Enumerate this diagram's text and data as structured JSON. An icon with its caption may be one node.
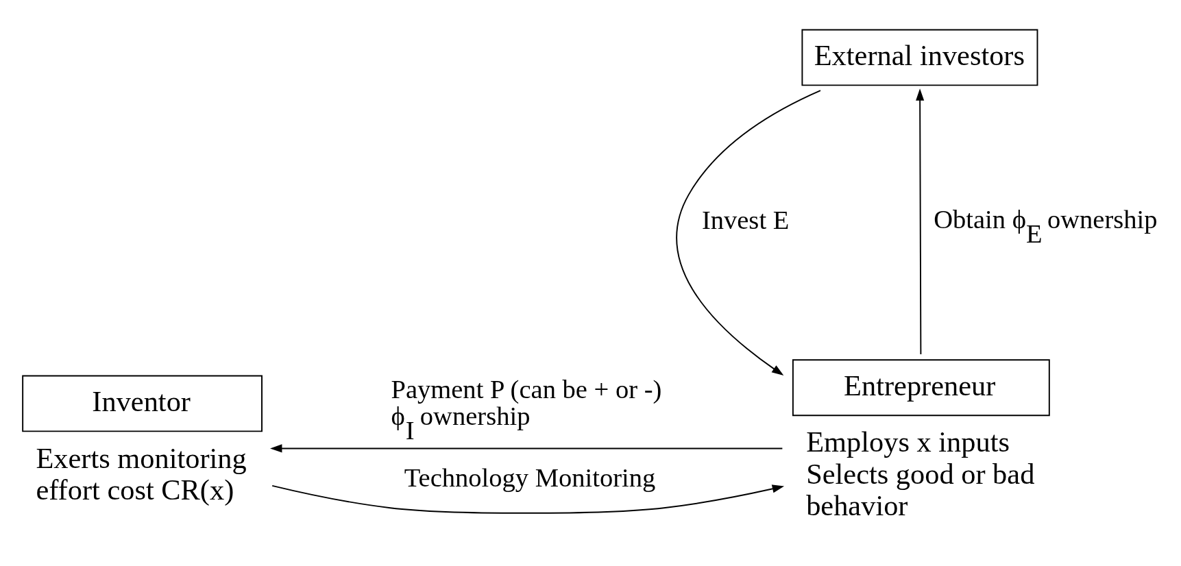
{
  "diagram": {
    "nodes": [
      {
        "text": [
          "External investors"
        ]
      },
      {
        "text": [
          "Inventor"
        ],
        "beside": [
          "Exerts monitoring effort cost CR(x)"
        ]
      },
      {
        "text": [
          "Entrepreneur"
        ],
        "beside": [
          "Employs x inputs Selects good or bad behavior"
        ]
      }
    ],
    "edges": [
      {
        "from": 0,
        "to": 2,
        "arrow": "to",
        "label": "Invest E"
      },
      {
        "from": 2,
        "to": 0,
        "arrow": "to",
        "label": "Obtain ϕ$_{E}$ ownership"
      },
      {
        "from": 2,
        "to": 1,
        "arrow": "to",
        "label": "Payment P (can be + or -) ϕ$_{I}$ ownership"
      },
      {
        "from": 1,
        "to": 2,
        "arrow": "to",
        "label": "Technology Monitoring"
      }
    ]
  }
}
